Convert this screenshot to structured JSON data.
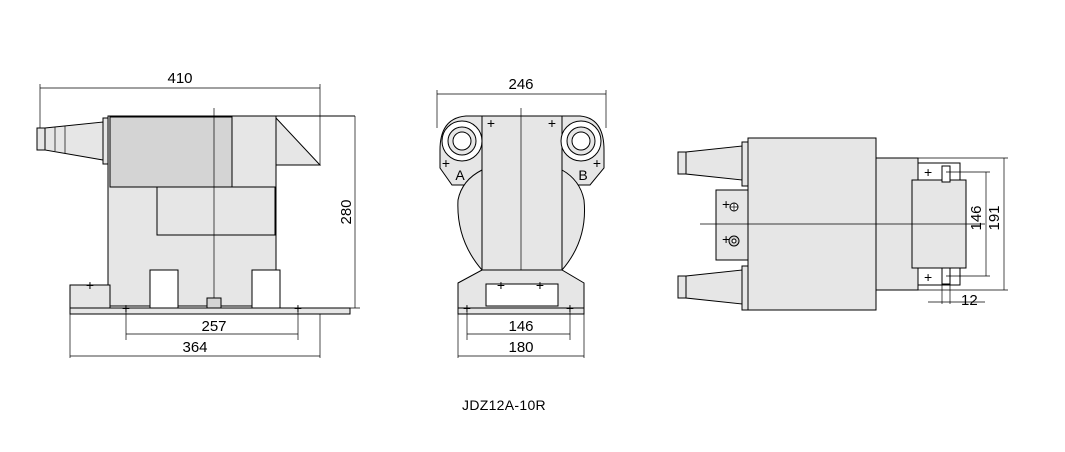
{
  "caption": "JDZ12A-10R",
  "front_view": {
    "overall_width": "410",
    "height": "280",
    "mount_spacing": "257",
    "base_width": "364"
  },
  "side_view": {
    "width": "246",
    "terminal_a": "A",
    "terminal_b": "B",
    "mount_spacing": "146",
    "base_width": "180"
  },
  "top_view": {
    "mount_spacing": "146",
    "overall_height": "191",
    "slot_width": "12"
  }
}
